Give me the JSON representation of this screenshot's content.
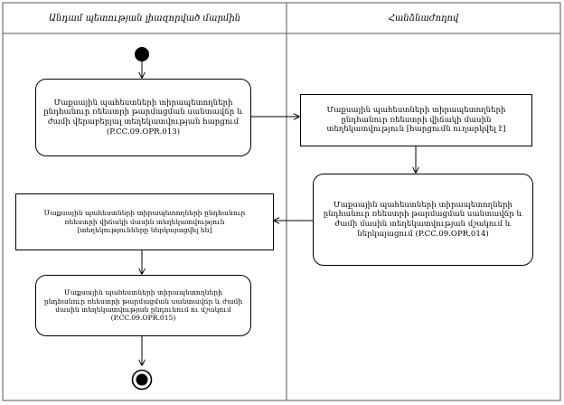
{
  "lanes": [
    {
      "title": "Անդամ պետության լիազորված մարմին"
    },
    {
      "title": "Հանձնաժողով"
    }
  ],
  "nodes": {
    "a1": {
      "text": "Մաքսային պահեստների տիրապետողների\nընդհանուր ռեեստրի թարմացման սանտավճր և\nժամի վերաբերյալ տեղեկատվության հարցում\n(P.CC.09.OPR.013)"
    },
    "a2": {
      "text": "Մաքսային պահեստների տիրապետողների\nընդհանուր ռեեստրի վիճակի մասին\nտեղեկատվություն [հարցումն ուղարկվել է]"
    },
    "a3": {
      "text": "Մաքսային պահեստների տիրապետողների\nընդհանուր ռեեստրի թարմացման սանտավճր և\nժամի մասին տեղեկատվության մշակում և\nներկայացում (P.CC.09.OPR.014)"
    },
    "a4": {
      "text": "Մաքսային պահեստների տիրապետողների  ընդհանուր\nռեեստրի վիճակի մասին տեղեկատվություն\n[տեղեկությունները ներկայացվել են]"
    },
    "a5": {
      "text": "Մաքսային պահեստների տիրապետողների\nընդհանուր ռեեստրի թարմացման սանտավճր և ժամի\nմասին տեղեկատվության ընդունում ու մշակում\n(P.CC.09.OPR.015)"
    }
  }
}
